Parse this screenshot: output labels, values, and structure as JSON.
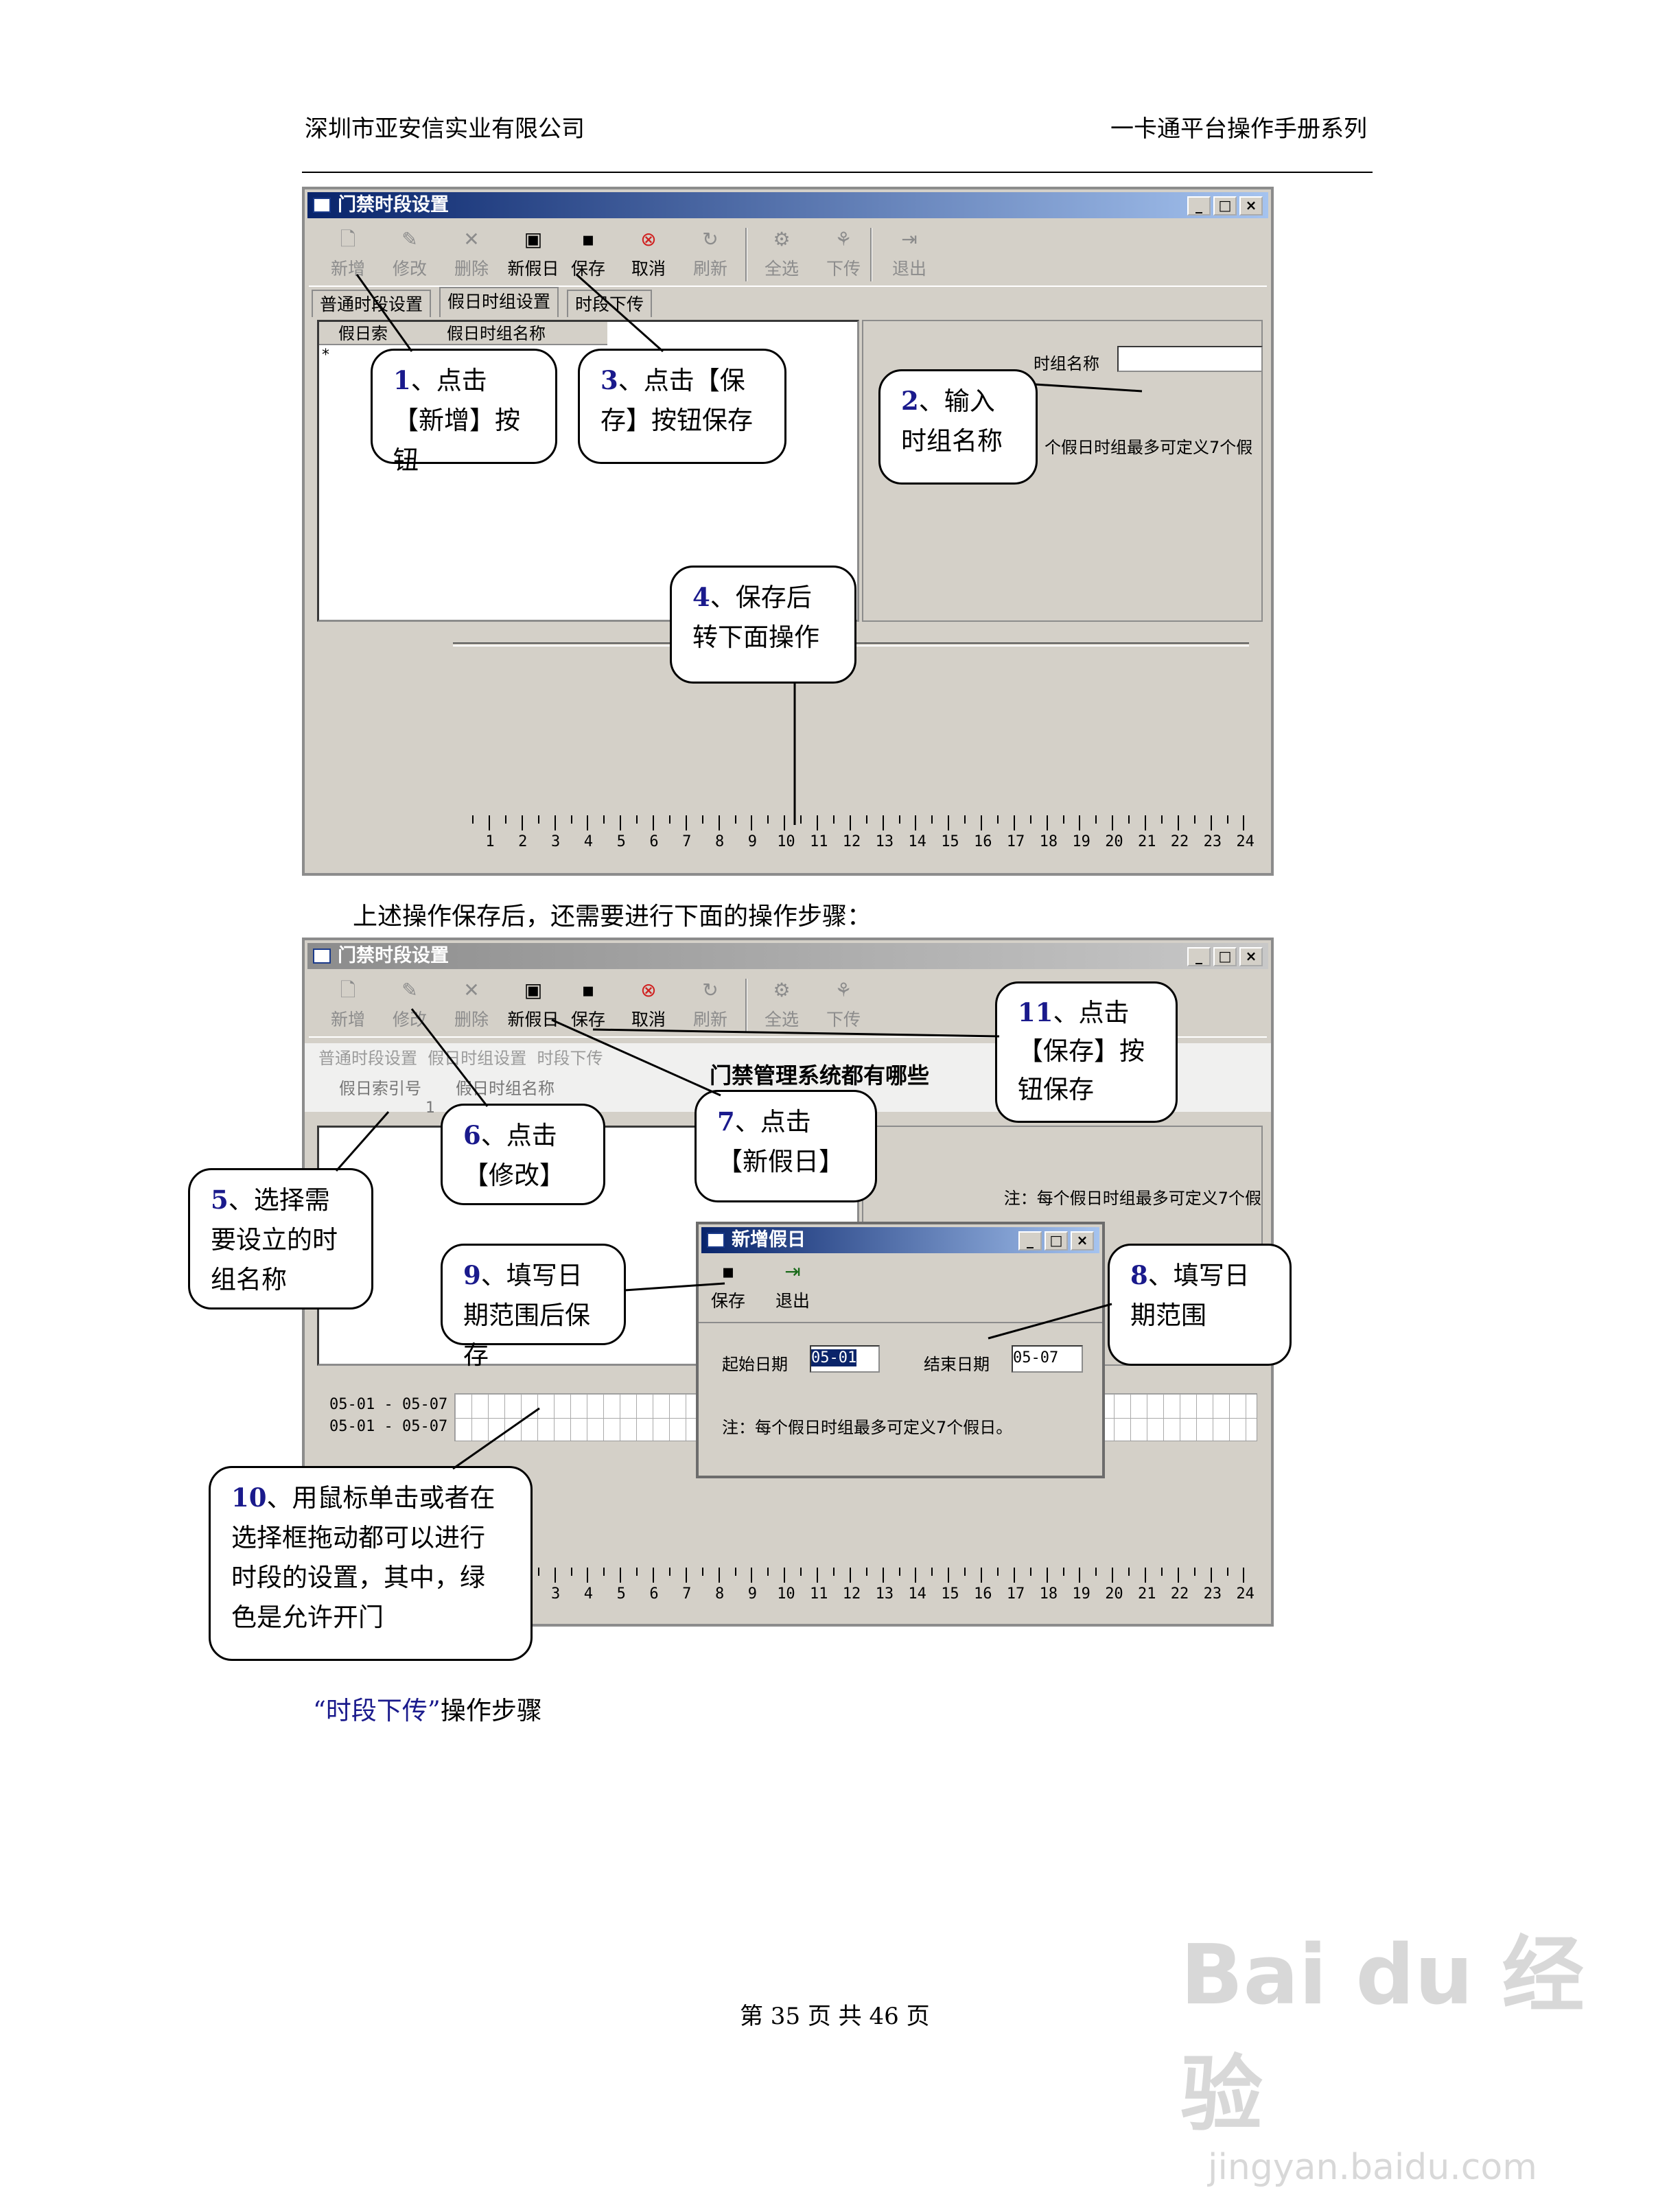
{
  "header": {
    "left": "深圳市亚安信实业有限公司",
    "right": "一卡通平台操作手册系列"
  },
  "window1": {
    "title": "门禁时段设置",
    "toolbar": [
      "新增",
      "修改",
      "删除",
      "新假日",
      "保存",
      "取消",
      "刷新",
      "全选",
      "下传",
      "退出"
    ],
    "tabs": [
      "普通时段设置",
      "假日时组设置",
      "时段下传"
    ],
    "grid_cols": [
      "假日索",
      "假日时组名称"
    ],
    "grid_marker": "*",
    "field_label": "时组名称",
    "note": "个假日时组最多可定义7个假",
    "ruler": [
      "1",
      "2",
      "3",
      "4",
      "5",
      "6",
      "7",
      "8",
      "9",
      "10",
      "11",
      "12",
      "13",
      "14",
      "15",
      "16",
      "17",
      "18",
      "19",
      "20",
      "21",
      "22",
      "23",
      "24"
    ]
  },
  "bubbles1": {
    "b1_num": "1",
    "b1_text": "、点击【新增】按钮",
    "b2_num": "2",
    "b2_text": "、输入时组名称",
    "b3_num": "3",
    "b3_text": "、点击【保存】按钮保存",
    "b4_num": "4",
    "b4_text": "、保存后转下面操作"
  },
  "body_text1": "上述操作保存后，还需要进行下面的操作步骤：",
  "window2": {
    "title": "门禁时段设置",
    "overlay_title": "门禁管理系统都有哪些",
    "grid_cols": [
      "假日索引号",
      "假日时组名称"
    ],
    "row_index": "1",
    "note": "注：每个假日时组最多可定义7个假",
    "date_rows": [
      "05-01 - 05-07",
      "05-01 - 05-07"
    ],
    "ruler": [
      "3",
      "4",
      "5",
      "6",
      "7",
      "8",
      "9",
      "10",
      "11",
      "12",
      "13",
      "14",
      "15",
      "16",
      "17",
      "18",
      "19",
      "20",
      "21",
      "22",
      "23",
      "24"
    ]
  },
  "dialog": {
    "title": "新增假日",
    "save": "保存",
    "exit": "退出",
    "start_label": "起始日期",
    "start_value": "05-01",
    "end_label": "结束日期",
    "end_value": "05-07",
    "note": "注：每个假日时组最多可定义7个假日。"
  },
  "bubbles2": {
    "b5_num": "5",
    "b5_text": "、选择需要设立的时组名称",
    "b6_num": "6",
    "b6_text": "、点击【修改】",
    "b7_num": "7",
    "b7_text": "、点击【新假日】",
    "b8_num": "8",
    "b8_text": "、填写日期范围",
    "b9_num": "9",
    "b9_text": "、填写日期范围后保存",
    "b10_num": "10",
    "b10_text": "、用鼠标单击或者在选择框拖动都可以进行时段的设置，其中，绿色是允许开门",
    "b11_num": "11",
    "b11_text": "、点击【保存】按钮保存"
  },
  "section": {
    "quote": "“时段下传”",
    "rest": "操作步骤"
  },
  "footer": "第 35 页 共 46 页",
  "watermark": {
    "logo": "Bai du 经验",
    "url": "jingyan.baidu.com"
  }
}
